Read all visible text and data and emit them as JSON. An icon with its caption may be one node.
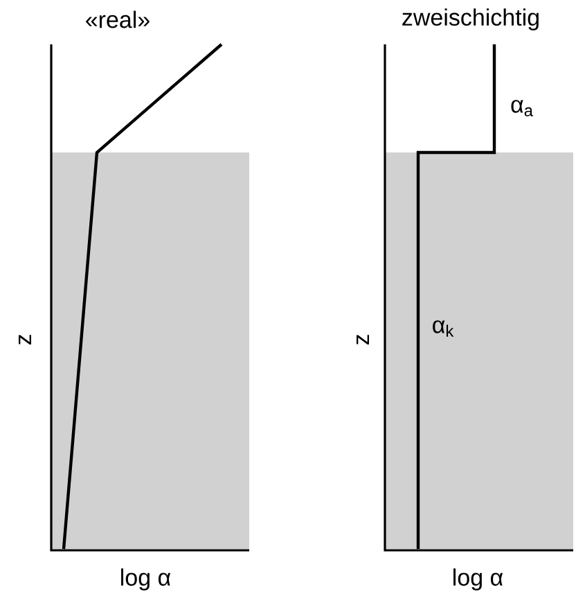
{
  "diagram": {
    "labels": [
      "«real»",
      "zweischichtig",
      "α$_{a}$",
      "z",
      "z",
      "α$_{k}$",
      "log α",
      "log α"
    ]
  }
}
